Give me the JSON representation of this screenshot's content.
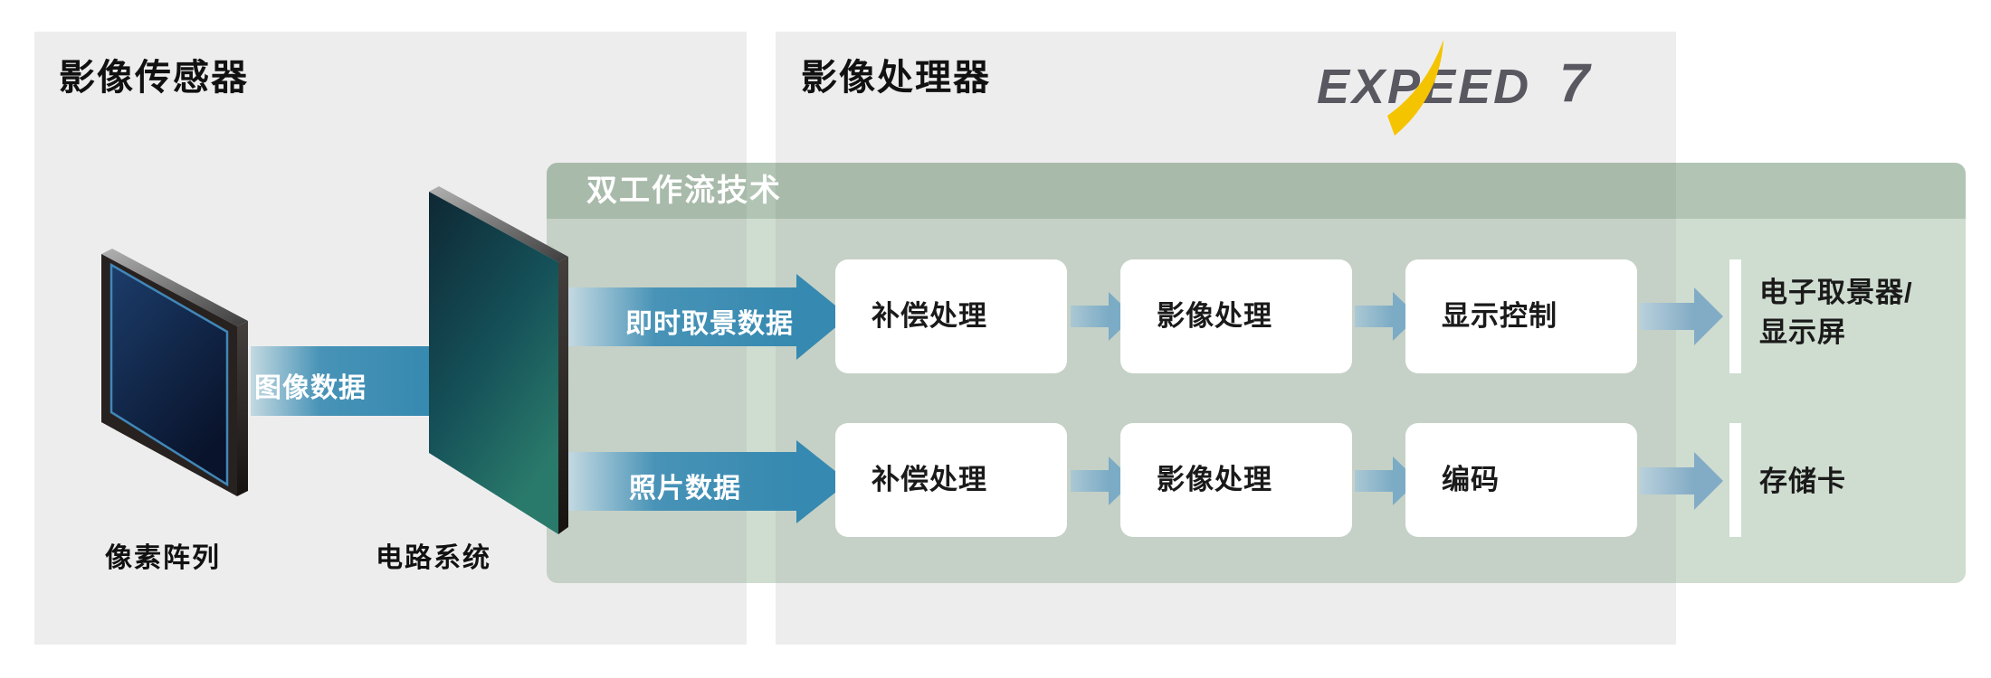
{
  "page": {
    "background": "#ffffff"
  },
  "sensor_section": {
    "title": "影像传感器",
    "pixel_array_label": "像素阵列",
    "circuit_label": "电路系统",
    "image_data_arrow_label": "图像数据"
  },
  "processor_section": {
    "title": "影像处理器",
    "expeed_logo": {
      "text": "EXPEED",
      "number": "7"
    }
  },
  "dual_stream": {
    "title": "双工作流技术",
    "rows": [
      {
        "input_label": "即时取景数据",
        "steps": [
          "补偿处理",
          "影像处理",
          "显示控制"
        ],
        "output_label": "电子取景器/\n显示屏"
      },
      {
        "input_label": "照片数据",
        "steps": [
          "补偿处理",
          "影像处理",
          "编码"
        ],
        "output_label": "存储卡"
      }
    ]
  },
  "colors": {
    "panel_gray": "#eeedee",
    "green_header": "#a8bbaa",
    "green_body": "#c6d2c7",
    "arrow_blue": "#3689b0",
    "arrow_blue_light": "#7babc5",
    "screen_navy": "#122c52",
    "circuit_teal": "#155058",
    "expeed_gray": "#595760",
    "expeed_yellow": "#f5c400",
    "text_black": "#111111",
    "text_white": "#ffffff"
  }
}
